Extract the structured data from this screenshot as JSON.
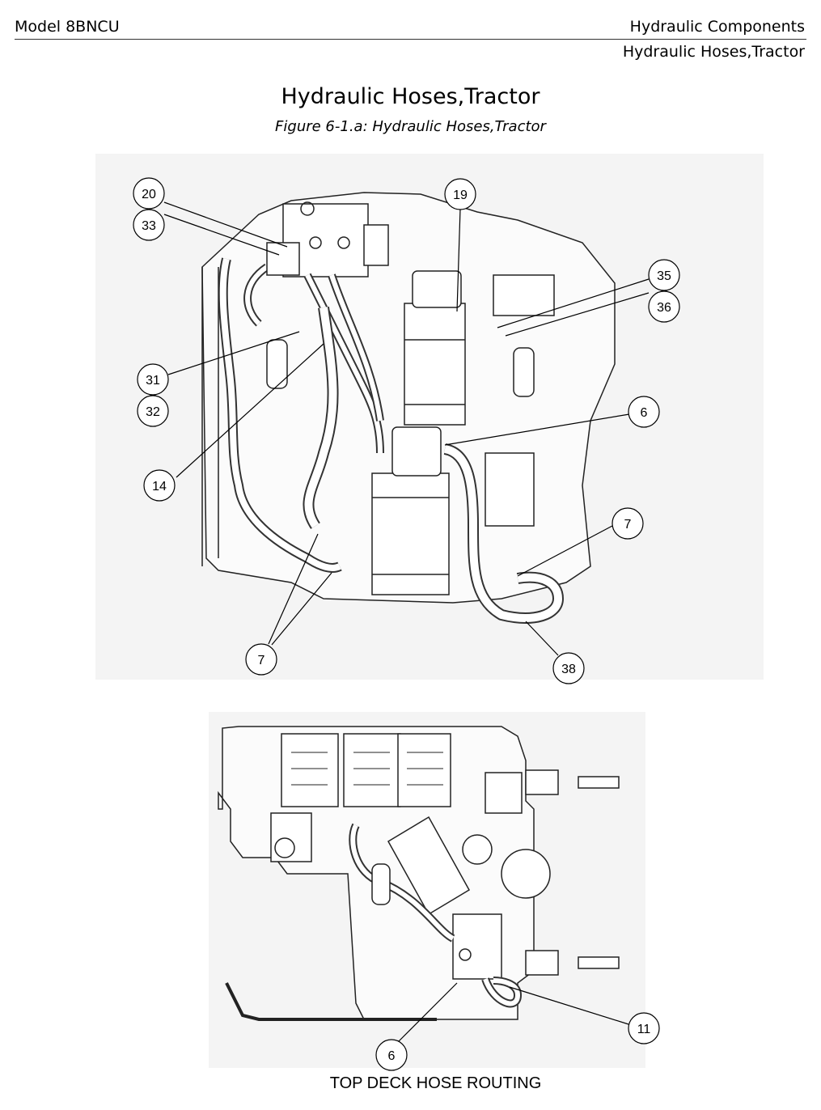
{
  "header": {
    "model": "Model 8BNCU",
    "section": "Hydraulic Components",
    "subsection": "Hydraulic Hoses,Tractor"
  },
  "page_title": "Hydraulic Hoses,Tractor",
  "figure_caption": "Figure 6-1.a: Hydraulic Hoses,Tractor",
  "top_figure": {
    "callouts": [
      "20",
      "33",
      "19",
      "35",
      "36",
      "31",
      "32",
      "6",
      "14",
      "7",
      "7",
      "38"
    ]
  },
  "bottom_figure": {
    "callouts": [
      "11",
      "6"
    ],
    "caption": "TOP DECK HOSE ROUTING"
  }
}
